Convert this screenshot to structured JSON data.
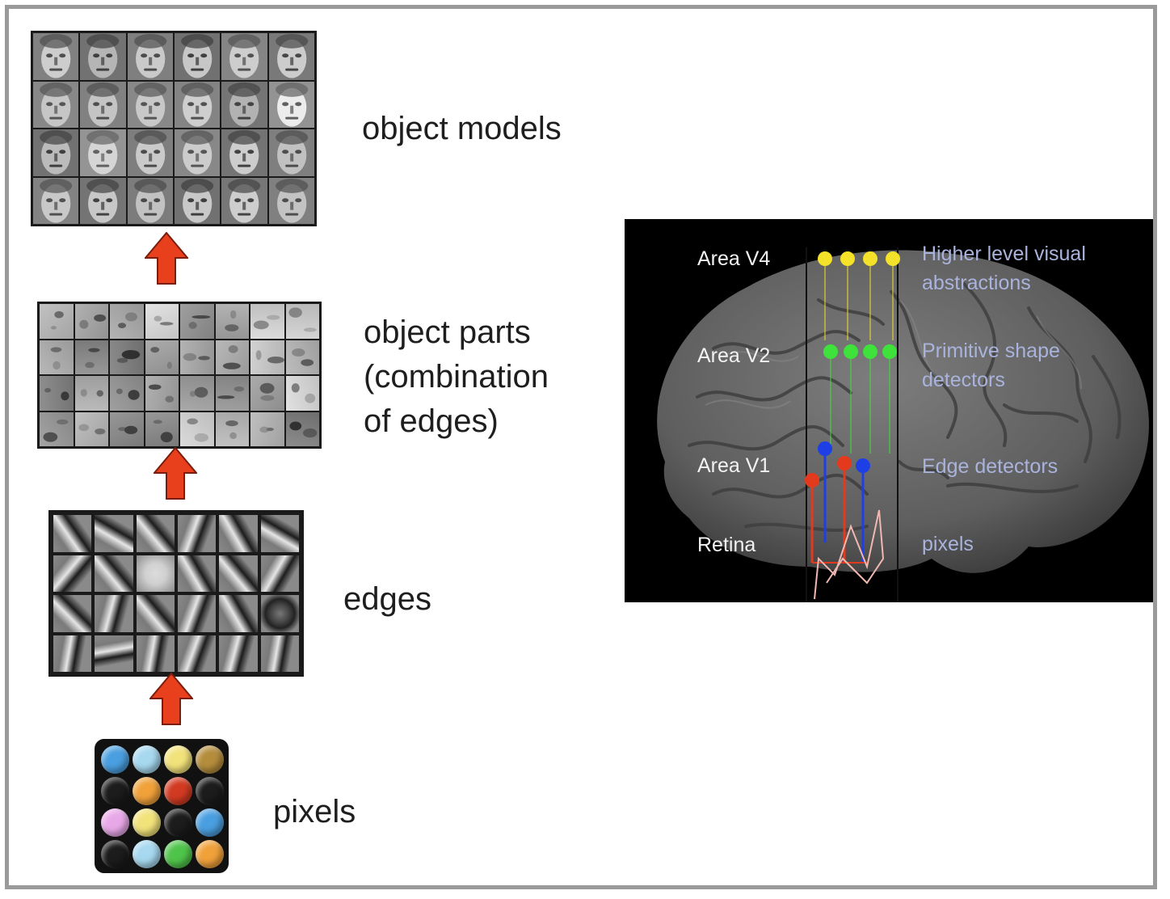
{
  "layers": [
    {
      "id": "object-models",
      "label": "object models"
    },
    {
      "id": "object-parts",
      "label": "object parts\n(combination\nof edges)"
    },
    {
      "id": "edges",
      "label": "edges"
    },
    {
      "id": "pixels",
      "label": "pixels"
    }
  ],
  "brain": {
    "areas": [
      {
        "name": "Area V4",
        "description": "Higher level visual\nabstractions",
        "dot_color": "#f4e22a"
      },
      {
        "name": "Area V2",
        "description": "Primitive shape\ndetectors",
        "dot_color": "#3ee23a"
      },
      {
        "name": "Area V1",
        "description": "Edge detectors",
        "dot_color": "#e33a1e"
      },
      {
        "name": "Retina",
        "description": "pixels",
        "dot_color": "#f0b8b0"
      }
    ],
    "v1_secondary_color": "#1f3fe6"
  },
  "pixel_colors": [
    "#4a9fe0",
    "#a6d8ef",
    "#f2e27a",
    "#b48d3c",
    "#1c1c1c",
    "#f0a13a",
    "#d23a22",
    "#1c1c1c",
    "#e8a8e8",
    "#f2e27a",
    "#1c1c1c",
    "#4a9fe0",
    "#1c1c1c",
    "#a6d8ef",
    "#4fc44a",
    "#f0a13a"
  ],
  "colors": {
    "arrow": "#e8401c",
    "arrow_outline": "#7a1d0c",
    "brain": "#6b6b6b",
    "frame": "#9a9a9a"
  }
}
